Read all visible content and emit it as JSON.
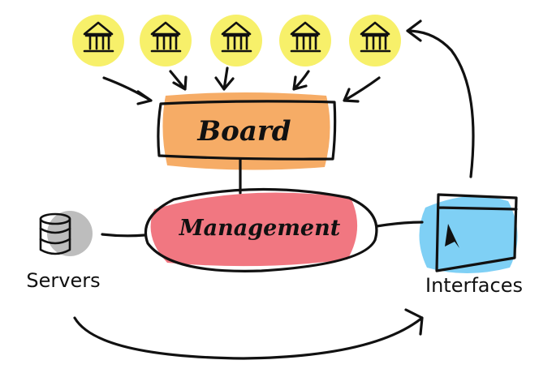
{
  "nodes": {
    "board": {
      "label": "Board",
      "highlight": "#f5a85e"
    },
    "management": {
      "label": "Management",
      "highlight": "#f0707a"
    },
    "servers": {
      "label": "Servers",
      "highlight": "#bdbdbd"
    },
    "interfaces": {
      "label": "Interfaces",
      "highlight": "#7fd0f5"
    }
  },
  "stakeholders": {
    "count": 5,
    "icon": "bank-building-icon",
    "highlight": "#f7f06a"
  }
}
